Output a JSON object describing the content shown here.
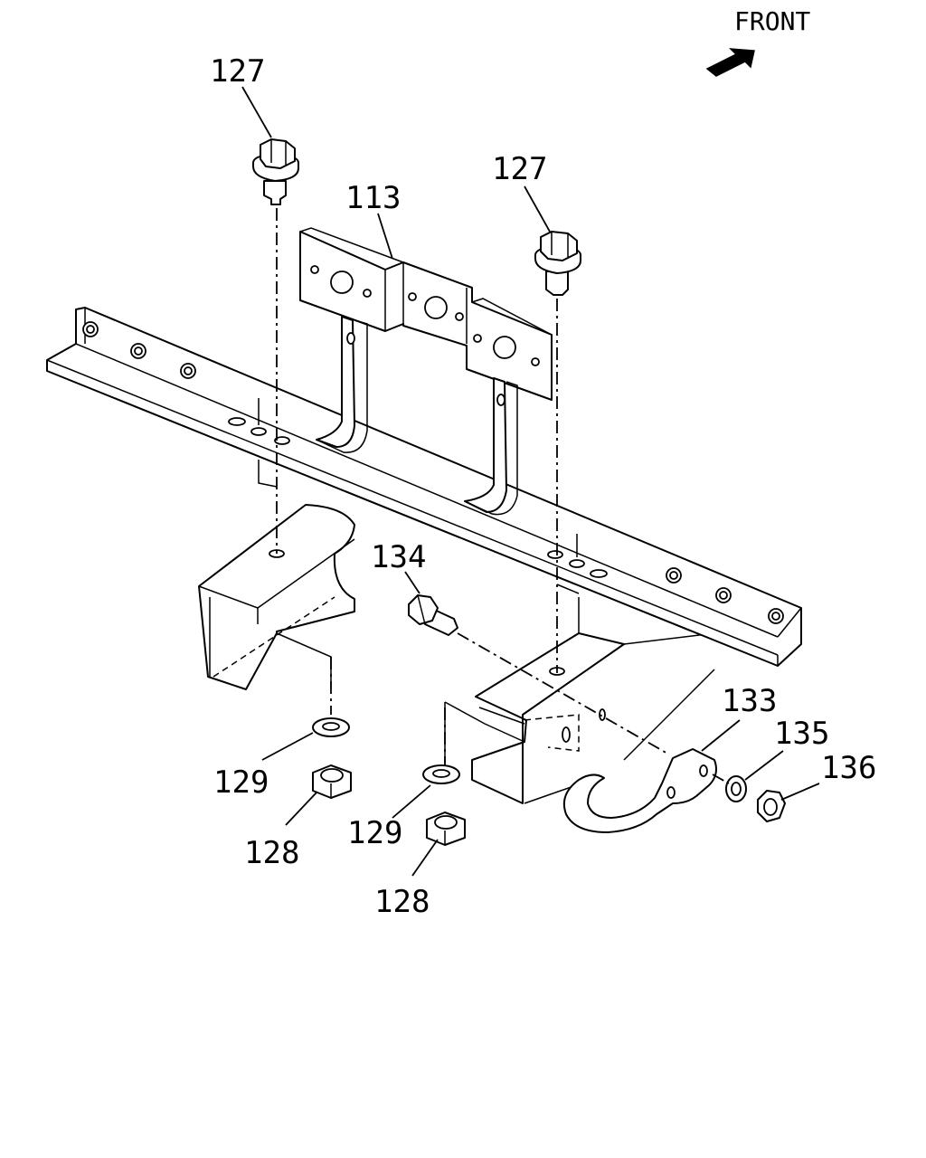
{
  "orientation": {
    "label": "FRONT",
    "arrow_icon": "front-arrow-icon"
  },
  "callouts": {
    "bolt_left": "127",
    "bolt_right": "127",
    "bracket": "113",
    "hook_bolt": "134",
    "tow_hook": "133",
    "washer_small": "135",
    "nut_small": "136",
    "washer_left": "129",
    "nut_left": "128",
    "washer_center": "129",
    "nut_center": "128"
  },
  "colors": {
    "ink": "#000000",
    "paper": "#ffffff"
  }
}
